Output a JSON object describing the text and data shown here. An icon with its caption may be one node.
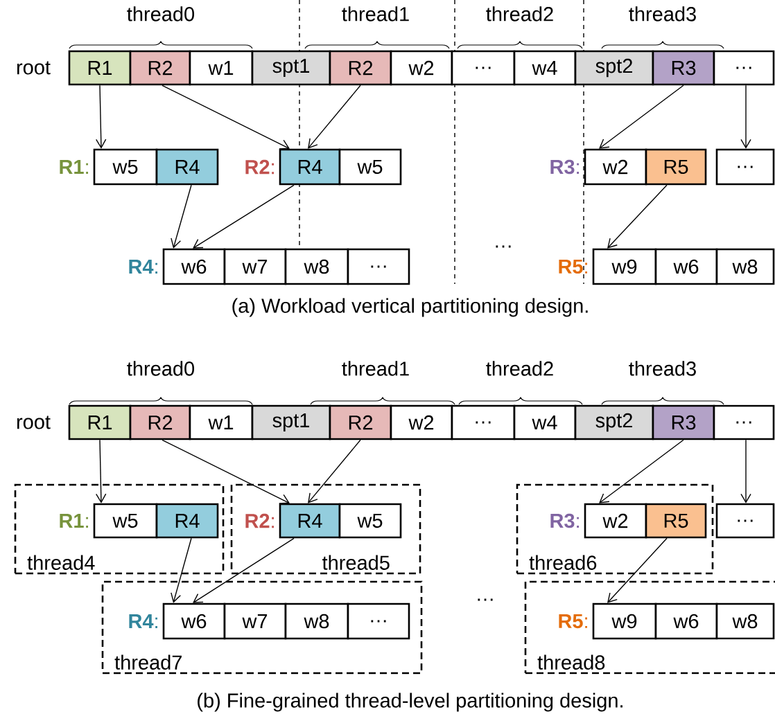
{
  "diagram": {
    "nodes": [
      {
        "text": [
          "R1"
        ]
      },
      {
        "text": [
          "R2"
        ]
      },
      {
        "text": [
          "w1"
        ]
      },
      {
        "text": [
          "spt1"
        ]
      },
      {
        "text": [
          "R2"
        ]
      },
      {
        "text": [
          "w2"
        ]
      },
      {
        "text": [
          "…"
        ]
      },
      {
        "text": [
          "w4"
        ]
      },
      {
        "text": [
          "spt2"
        ]
      },
      {
        "text": [
          "R3"
        ]
      },
      {
        "text": [
          "…"
        ]
      },
      {
        "text": [
          "w5"
        ],
        "beside": [
          "**R1**:"
        ]
      },
      {
        "text": [
          "R4"
        ]
      },
      {
        "text": [
          "R4"
        ],
        "beside": [
          "**R2**:"
        ]
      },
      {
        "text": [
          "w5"
        ]
      },
      {
        "text": [
          "w2"
        ],
        "beside": [
          "**R3**:"
        ]
      },
      {
        "text": [
          "R5"
        ]
      },
      {
        "text": [
          "…"
        ]
      },
      {
        "text": [
          "w6"
        ],
        "beside": [
          "**R4**:"
        ]
      },
      {
        "text": [
          "w7"
        ]
      },
      {
        "text": [
          "w8"
        ]
      },
      {
        "text": [
          "…"
        ]
      },
      {
        "text": [
          "w9"
        ],
        "beside": [
          "**R5**:"
        ]
      },
      {
        "text": [
          "w6"
        ]
      },
      {
        "text": [
          "w8"
        ]
      },
      {
        "text": [
          "R1"
        ]
      },
      {
        "text": [
          "R2"
        ]
      },
      {
        "text": [
          "w1"
        ]
      },
      {
        "text": [
          "spt1"
        ]
      },
      {
        "text": [
          "R2"
        ]
      },
      {
        "text": [
          "w2"
        ]
      },
      {
        "text": [
          "…"
        ]
      },
      {
        "text": [
          "w4"
        ]
      },
      {
        "text": [
          "spt2"
        ]
      },
      {
        "text": [
          "R3"
        ]
      },
      {
        "text": [
          "…"
        ]
      },
      {
        "text": [
          "thread4"
        ]
      },
      {
        "text": [
          "w5"
        ],
        "in": 36,
        "beside": [
          "**R1**:"
        ]
      },
      {
        "text": [
          "R4"
        ],
        "in": 36
      },
      {
        "text": [
          "thread5"
        ]
      },
      {
        "text": [
          "R4"
        ],
        "in": 39,
        "beside": [
          "**R2**:"
        ]
      },
      {
        "text": [
          "w5"
        ],
        "in": 39
      },
      {
        "text": [
          "thread6"
        ]
      },
      {
        "text": [
          "w2"
        ],
        "in": 42,
        "beside": [
          "**R3**:"
        ]
      },
      {
        "text": [
          "R5"
        ],
        "in": 42
      },
      {
        "text": [
          "…"
        ]
      },
      {
        "text": [
          "thread7"
        ]
      },
      {
        "text": [
          "w6"
        ],
        "in": 46,
        "beside": [
          "**R4**:"
        ]
      },
      {
        "text": [
          "w7"
        ],
        "in": 46
      },
      {
        "text": [
          "w8"
        ],
        "in": 46
      },
      {
        "text": [
          "…"
        ],
        "in": 46
      },
      {
        "text": [
          "thread8"
        ]
      },
      {
        "text": [
          "w9"
        ],
        "in": 51,
        "beside": [
          "**R5**:"
        ]
      },
      {
        "text": [
          "w6"
        ],
        "in": 51
      },
      {
        "text": [
          "w8"
        ],
        "in": 51
      }
    ],
    "edges": [
      {
        "from": 0,
        "to": 11,
        "arrow": "to"
      },
      {
        "from": 1,
        "to": 13,
        "arrow": "to"
      },
      {
        "from": 4,
        "to": 13,
        "arrow": "to"
      },
      {
        "from": 9,
        "to": 15,
        "arrow": "to"
      },
      {
        "from": 10,
        "to": 17,
        "arrow": "to"
      },
      {
        "from": 12,
        "to": 18,
        "arrow": "to"
      },
      {
        "from": 13,
        "to": 18,
        "arrow": "to"
      },
      {
        "from": 16,
        "to": 22,
        "arrow": "to"
      },
      {
        "from": 25,
        "to": 37,
        "arrow": "to"
      },
      {
        "from": 26,
        "to": 40,
        "arrow": "to"
      },
      {
        "from": 29,
        "to": 40,
        "arrow": "to"
      },
      {
        "from": 34,
        "to": 43,
        "arrow": "to"
      },
      {
        "from": 35,
        "to": 45,
        "arrow": "to"
      },
      {
        "from": 38,
        "to": 47,
        "arrow": "to"
      },
      {
        "from": 40,
        "to": 47,
        "arrow": "to"
      },
      {
        "from": 44,
        "to": 52,
        "arrow": "to"
      }
    ],
    "labels": [
      "thread0",
      "thread1",
      "thread2",
      "thread3",
      "root",
      "…",
      "(a) Workload vertical partitioning design.",
      "thread0",
      "thread1",
      "thread2",
      "thread3",
      "root",
      "…",
      "(b) Fine-grained thread-level partitioning design."
    ]
  }
}
